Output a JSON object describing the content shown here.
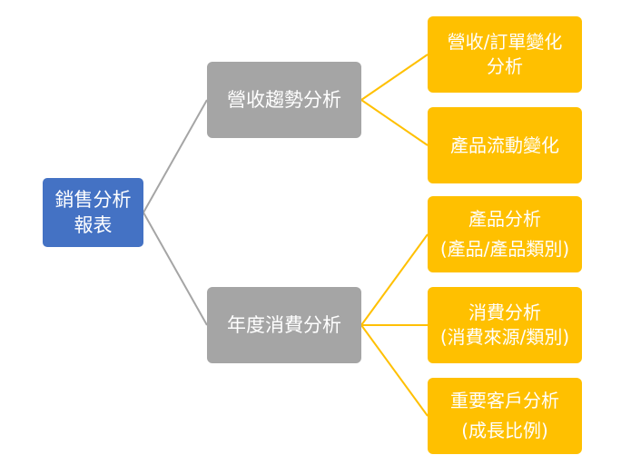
{
  "root": {
    "line1": "銷售分析",
    "line2": "報表"
  },
  "branches": [
    {
      "label": "營收趨勢分析",
      "children": [
        {
          "line1": "營收/訂單變化",
          "line2": "分析"
        },
        {
          "line1": "產品流動變化"
        }
      ]
    },
    {
      "label": "年度消費分析",
      "children": [
        {
          "line1": "產品分析",
          "line2": "(產品/產品類別)"
        },
        {
          "line1": "消費分析",
          "line2": "(消費來源/類別)"
        },
        {
          "line1": "重要客戶分析",
          "line2": "(成長比例)"
        }
      ]
    }
  ],
  "colors": {
    "root": "#4472c4",
    "branch": "#a5a5a5",
    "leaf": "#ffc000",
    "root_connector": "#a5a5a5",
    "leaf_connector": "#ffc000"
  }
}
